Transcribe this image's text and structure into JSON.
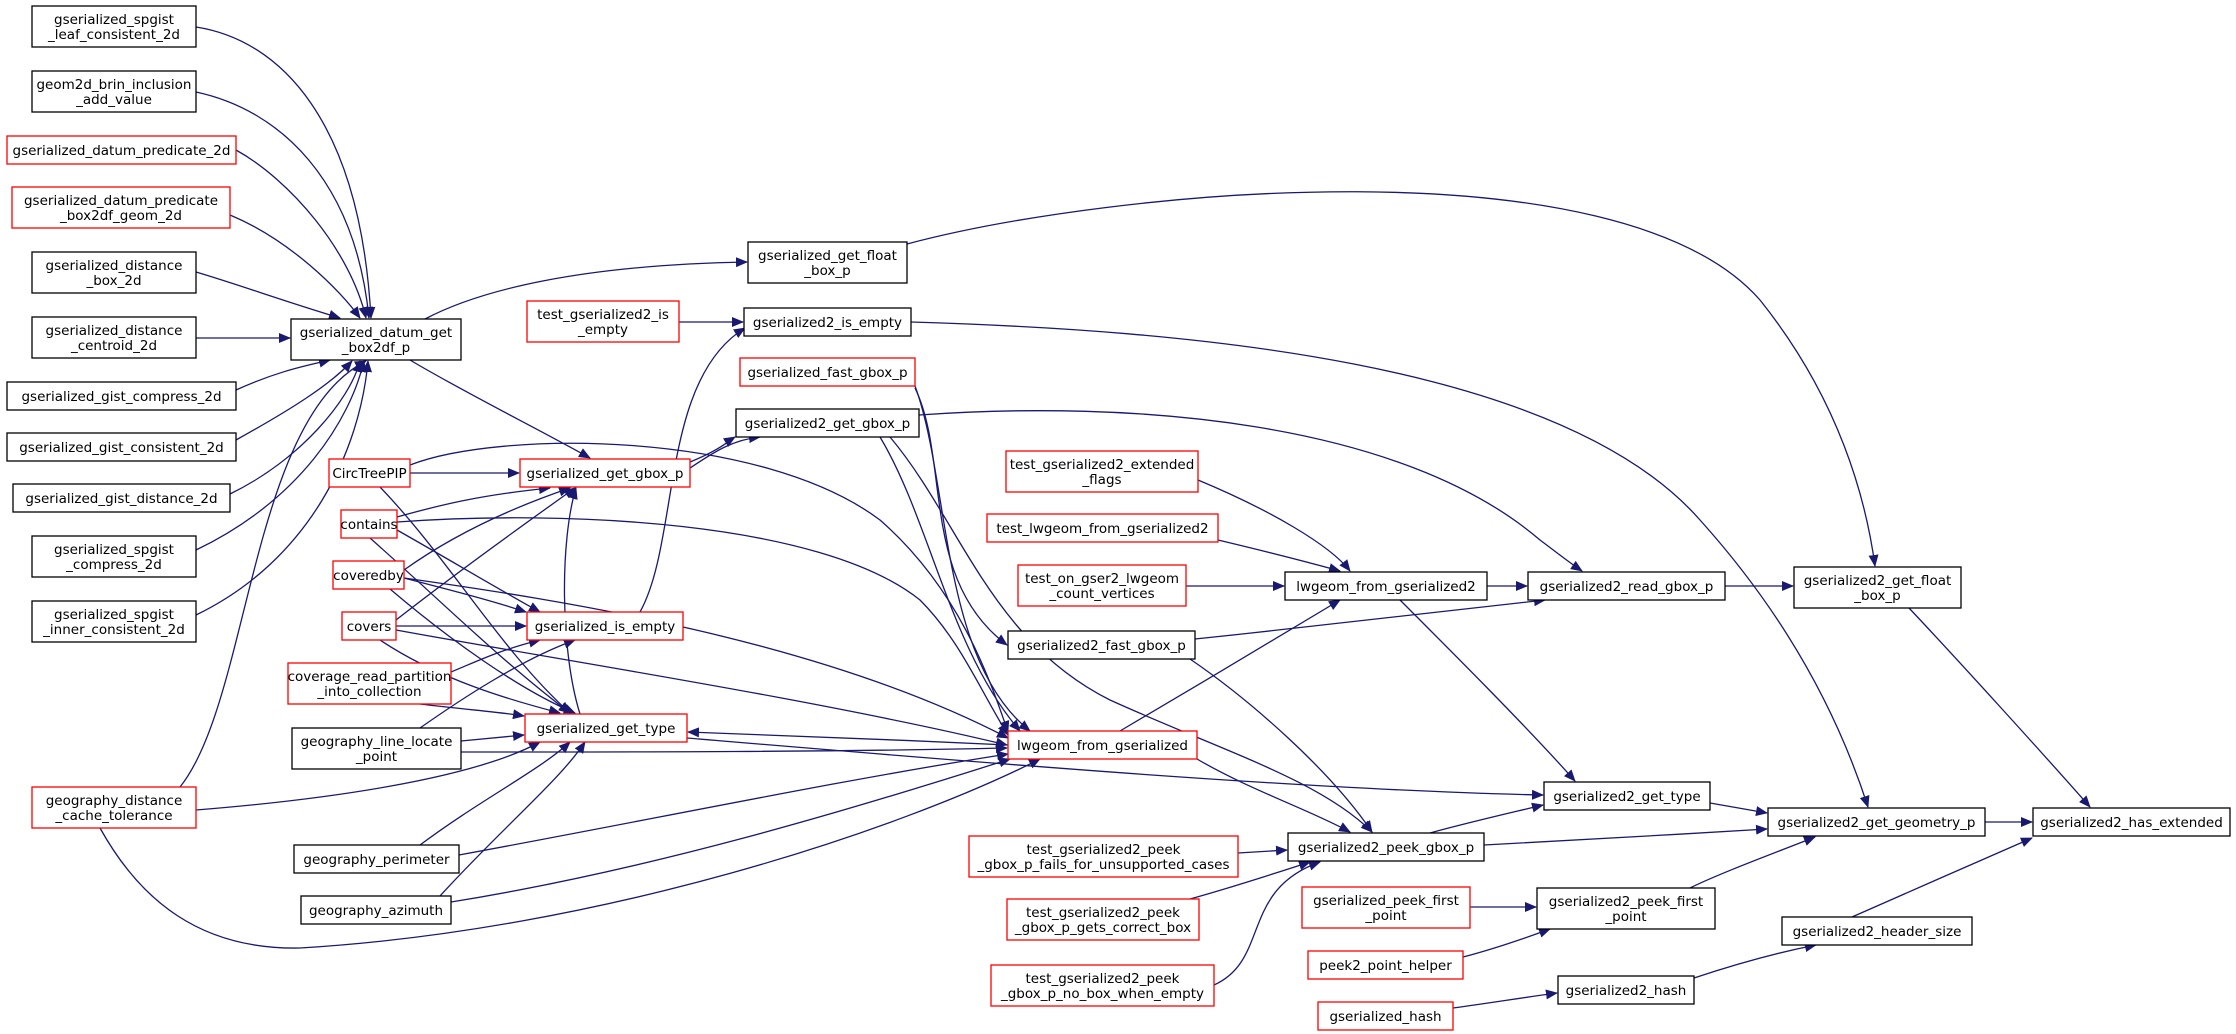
{
  "colors": {
    "edge": "#191970",
    "node_border_normal": "#000000",
    "node_border_truncated": "#ff0000",
    "node_fill_focus": "#bfbfbf",
    "node_fill": "#ffffff"
  },
  "nodes": [
    {
      "id": "has_extended",
      "lines": [
        "gserialized2_has_extended"
      ],
      "border": "normal",
      "focus": true
    },
    {
      "id": "get_geometry_p",
      "lines": [
        "gserialized2_get_geometry_p"
      ],
      "border": "normal"
    },
    {
      "id": "header_size",
      "lines": [
        "gserialized2_header_size"
      ],
      "border": "normal"
    },
    {
      "id": "get_float_box_p2",
      "lines": [
        "gserialized2_get_float",
        "_box_p"
      ],
      "border": "normal"
    },
    {
      "id": "g2_get_type",
      "lines": [
        "gserialized2_get_type"
      ],
      "border": "normal"
    },
    {
      "id": "g2_peek_first_point",
      "lines": [
        "gserialized2_peek_first",
        "_point"
      ],
      "border": "normal"
    },
    {
      "id": "g2_hash",
      "lines": [
        "gserialized2_hash"
      ],
      "border": "normal"
    },
    {
      "id": "g2_read_gbox_p",
      "lines": [
        "gserialized2_read_gbox_p"
      ],
      "border": "normal"
    },
    {
      "id": "g2_peek_gbox_p",
      "lines": [
        "gserialized2_peek_gbox_p"
      ],
      "border": "normal"
    },
    {
      "id": "g2_fast_gbox_p",
      "lines": [
        "gserialized2_fast_gbox_p"
      ],
      "border": "normal"
    },
    {
      "id": "lwgeom_from_g2",
      "lines": [
        "lwgeom_from_gserialized2"
      ],
      "border": "normal"
    },
    {
      "id": "lwgeom_from_g",
      "lines": [
        "lwgeom_from_gserialized"
      ],
      "border": "truncated"
    },
    {
      "id": "g_get_float_box_p",
      "lines": [
        "gserialized_get_float",
        "_box_p"
      ],
      "border": "normal"
    },
    {
      "id": "g2_is_empty",
      "lines": [
        "gserialized2_is_empty"
      ],
      "border": "normal"
    },
    {
      "id": "g_fast_gbox_p",
      "lines": [
        "gserialized_fast_gbox_p"
      ],
      "border": "truncated"
    },
    {
      "id": "g2_get_gbox_p",
      "lines": [
        "gserialized2_get_gbox_p"
      ],
      "border": "normal"
    },
    {
      "id": "test_g2_is_empty",
      "lines": [
        "test_gserialized2_is",
        "_empty"
      ],
      "border": "truncated"
    },
    {
      "id": "test_g2_ext_flags",
      "lines": [
        "test_gserialized2_extended",
        "_flags"
      ],
      "border": "truncated"
    },
    {
      "id": "test_lwgeom_from_g2",
      "lines": [
        "test_lwgeom_from_gserialized2"
      ],
      "border": "truncated"
    },
    {
      "id": "test_on_gser2",
      "lines": [
        "test_on_gser2_lwgeom",
        "_count_vertices"
      ],
      "border": "truncated"
    },
    {
      "id": "test_peek_unsupported",
      "lines": [
        "test_gserialized2_peek",
        "_gbox_p_fails_for_unsupported_cases"
      ],
      "border": "truncated"
    },
    {
      "id": "test_peek_correct",
      "lines": [
        "test_gserialized2_peek",
        "_gbox_p_gets_correct_box"
      ],
      "border": "truncated"
    },
    {
      "id": "test_peek_nobox",
      "lines": [
        "test_gserialized2_peek",
        "_gbox_p_no_box_when_empty"
      ],
      "border": "truncated"
    },
    {
      "id": "g_peek_first_point",
      "lines": [
        "gserialized_peek_first",
        "_point"
      ],
      "border": "truncated"
    },
    {
      "id": "peek2_point_helper",
      "lines": [
        "peek2_point_helper"
      ],
      "border": "truncated"
    },
    {
      "id": "g_hash",
      "lines": [
        "gserialized_hash"
      ],
      "border": "truncated"
    },
    {
      "id": "g_datum_get_box2df_p",
      "lines": [
        "gserialized_datum_get",
        "_box2df_p"
      ],
      "border": "normal"
    },
    {
      "id": "g_get_gbox_p",
      "lines": [
        "gserialized_get_gbox_p"
      ],
      "border": "truncated"
    },
    {
      "id": "g_is_empty",
      "lines": [
        "gserialized_is_empty"
      ],
      "border": "truncated"
    },
    {
      "id": "g_get_type",
      "lines": [
        "gserialized_get_type"
      ],
      "border": "truncated"
    },
    {
      "id": "spgist_leaf",
      "lines": [
        "gserialized_spgist",
        "_leaf_consistent_2d"
      ],
      "border": "normal"
    },
    {
      "id": "brin_add",
      "lines": [
        "geom2d_brin_inclusion",
        "_add_value"
      ],
      "border": "normal"
    },
    {
      "id": "datum_pred_2d",
      "lines": [
        "gserialized_datum_predicate_2d"
      ],
      "border": "truncated"
    },
    {
      "id": "datum_pred_box2df",
      "lines": [
        "gserialized_datum_predicate",
        "_box2df_geom_2d"
      ],
      "border": "truncated"
    },
    {
      "id": "dist_box_2d",
      "lines": [
        "gserialized_distance",
        "_box_2d"
      ],
      "border": "normal"
    },
    {
      "id": "dist_centroid_2d",
      "lines": [
        "gserialized_distance",
        "_centroid_2d"
      ],
      "border": "normal"
    },
    {
      "id": "gist_compress",
      "lines": [
        "gserialized_gist_compress_2d"
      ],
      "border": "normal"
    },
    {
      "id": "gist_consistent",
      "lines": [
        "gserialized_gist_consistent_2d"
      ],
      "border": "normal"
    },
    {
      "id": "gist_distance",
      "lines": [
        "gserialized_gist_distance_2d"
      ],
      "border": "normal"
    },
    {
      "id": "spgist_compress",
      "lines": [
        "gserialized_spgist",
        "_compress_2d"
      ],
      "border": "normal"
    },
    {
      "id": "spgist_inner",
      "lines": [
        "gserialized_spgist",
        "_inner_consistent_2d"
      ],
      "border": "normal"
    },
    {
      "id": "circtreepip",
      "lines": [
        "CircTreePIP"
      ],
      "border": "truncated"
    },
    {
      "id": "contains",
      "lines": [
        "contains"
      ],
      "border": "truncated"
    },
    {
      "id": "coveredby",
      "lines": [
        "coveredby"
      ],
      "border": "truncated"
    },
    {
      "id": "covers",
      "lines": [
        "covers"
      ],
      "border": "truncated"
    },
    {
      "id": "coverage_read",
      "lines": [
        "coverage_read_partition",
        "_into_collection"
      ],
      "border": "truncated"
    },
    {
      "id": "geog_line_locate",
      "lines": [
        "geography_line_locate",
        "_point"
      ],
      "border": "normal"
    },
    {
      "id": "geog_dist_cache",
      "lines": [
        "geography_distance",
        "_cache_tolerance"
      ],
      "border": "truncated"
    },
    {
      "id": "geog_perimeter",
      "lines": [
        "geography_perimeter"
      ],
      "border": "normal"
    },
    {
      "id": "geog_azimuth",
      "lines": [
        "geography_azimuth"
      ],
      "border": "normal"
    }
  ]
}
